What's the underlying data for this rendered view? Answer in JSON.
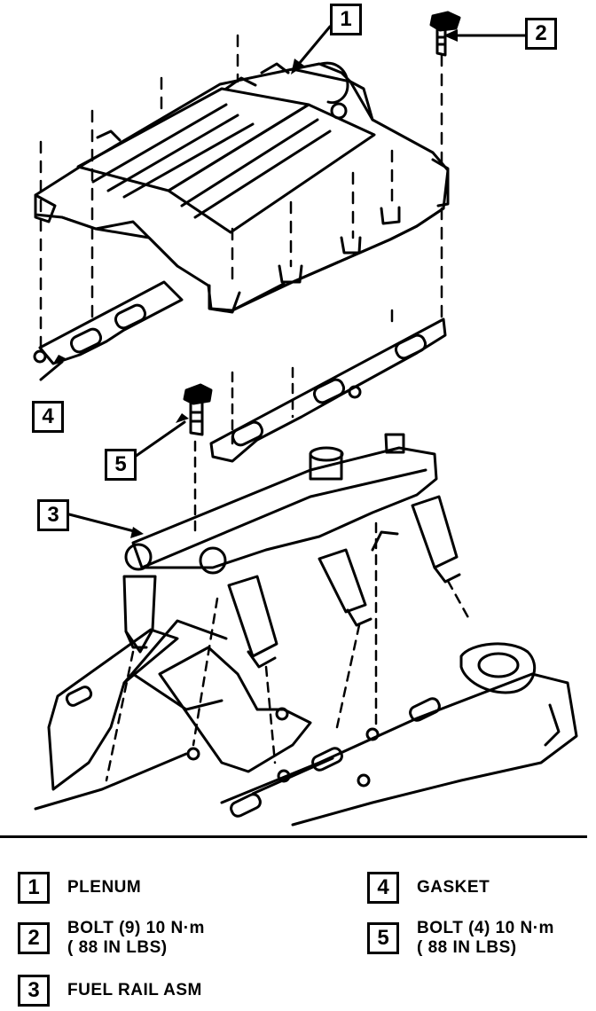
{
  "callouts": {
    "c1": "1",
    "c2": "2",
    "c3": "3",
    "c4": "4",
    "c5": "5"
  },
  "legend": [
    {
      "number": "1",
      "lines": [
        "PLENUM"
      ]
    },
    {
      "number": "2",
      "lines": [
        "BOLT (9)  10 N·m",
        "( 88 IN LBS)"
      ]
    },
    {
      "number": "3",
      "lines": [
        "FUEL RAIL ASM"
      ]
    },
    {
      "number": "4",
      "lines": [
        "GASKET"
      ]
    },
    {
      "number": "5",
      "lines": [
        "BOLT (4) 10 N·m",
        "( 88 IN LBS)"
      ]
    }
  ]
}
